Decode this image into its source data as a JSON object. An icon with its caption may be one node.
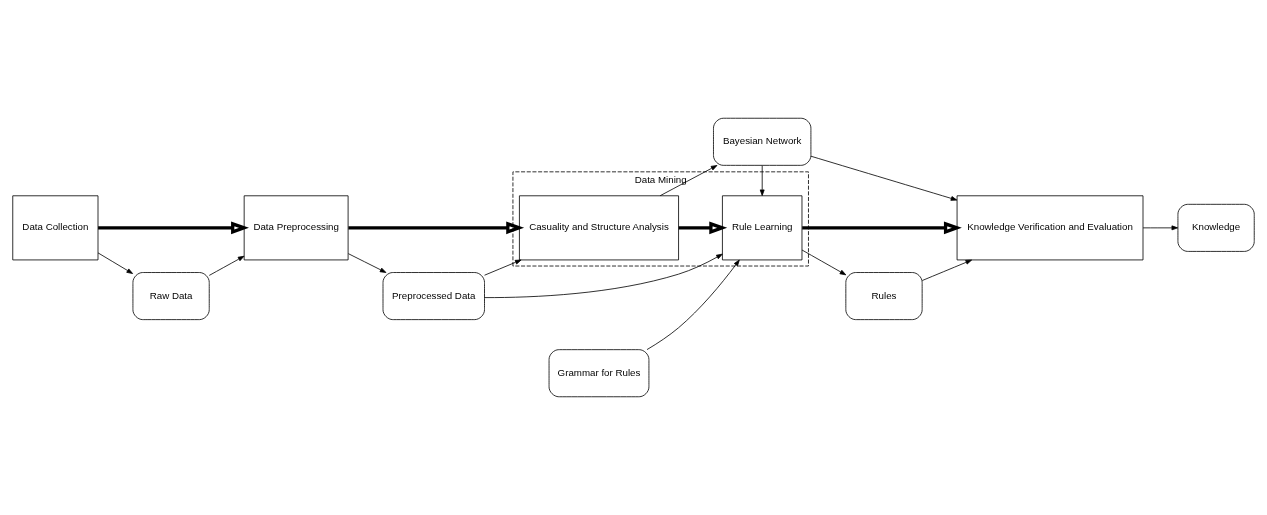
{
  "diagram": {
    "nodes": [
      {
        "text": [
          "Data Collection"
        ]
      },
      {
        "text": [
          "Data Preprocessing"
        ]
      },
      {
        "text": [
          "Data Mining"
        ]
      },
      {
        "text": [
          "Casuality and Structure Analysis"
        ],
        "in": 2
      },
      {
        "text": [
          "Rule Learning"
        ],
        "in": 2
      },
      {
        "text": [
          "Grammar for Rules"
        ]
      },
      {
        "text": [
          "Knowledge Verification and Evaluation"
        ]
      },
      {
        "text": [
          "Raw Data"
        ]
      },
      {
        "text": [
          "Preprocessed Data"
        ]
      },
      {
        "text": [
          "Bayesian Network"
        ]
      },
      {
        "text": [
          "Rules"
        ]
      },
      {
        "text": [
          "Knowledge"
        ]
      }
    ],
    "edges": [
      {
        "from": 0,
        "to": 1,
        "arrow": "to",
        "style": "thick"
      },
      {
        "from": 0,
        "to": 7,
        "arrow": "to"
      },
      {
        "from": 7,
        "to": 1,
        "arrow": "to"
      },
      {
        "from": 1,
        "to": 3,
        "arrow": "to",
        "style": "thick"
      },
      {
        "from": 1,
        "to": 8,
        "arrow": "to"
      },
      {
        "from": 8,
        "to": 3,
        "arrow": "to"
      },
      {
        "from": 8,
        "to": 4,
        "arrow": "to"
      },
      {
        "from": 3,
        "to": 4,
        "arrow": "to",
        "style": "thick"
      },
      {
        "from": 3,
        "to": 9,
        "arrow": "to"
      },
      {
        "from": 9,
        "to": 4,
        "arrow": "to"
      },
      {
        "from": 9,
        "to": 6,
        "arrow": "to"
      },
      {
        "from": 5,
        "to": 4,
        "arrow": "to"
      },
      {
        "from": 4,
        "to": 10,
        "arrow": "to"
      },
      {
        "from": 10,
        "to": 6,
        "arrow": "to"
      },
      {
        "from": 4,
        "to": 6,
        "arrow": "to",
        "style": "thick"
      },
      {
        "from": 6,
        "to": 11,
        "arrow": "to"
      }
    ]
  }
}
